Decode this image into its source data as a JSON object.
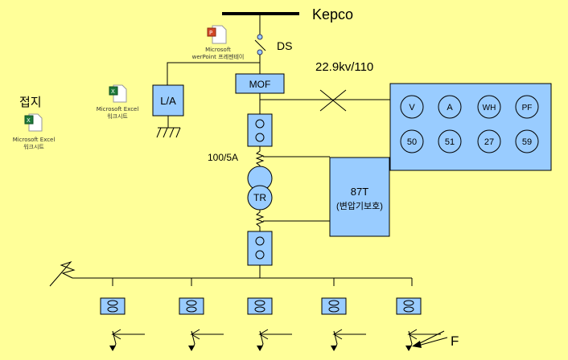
{
  "source": {
    "label": "Kepco"
  },
  "switches": {
    "ds": "DS"
  },
  "voltage": {
    "label": "22.9kv/110"
  },
  "boxes": {
    "mof": "MOF",
    "la": "L/A",
    "tr": "TR",
    "relay_87t": "87T",
    "relay_87t_sub": "(변압기보호)"
  },
  "ct_ratio": "100/5A",
  "meters": [
    "V",
    "A",
    "WH",
    "PF"
  ],
  "relays": [
    "50",
    "51",
    "27",
    "59"
  ],
  "ground": {
    "label": "접지"
  },
  "fault": {
    "label": "F"
  },
  "embedded_icons": [
    {
      "name": "powerpoint",
      "line1": "Microsoft",
      "line2": "werPoint 프레젠테이"
    },
    {
      "name": "excel-la",
      "line1": "Microsoft Excel",
      "line2": "워크시트"
    },
    {
      "name": "excel-ground",
      "line1": "Microsoft Excel",
      "line2": "워크시트"
    }
  ],
  "colors": {
    "background": "#ffff99",
    "box_fill": "#99ccff",
    "line": "#000000"
  }
}
